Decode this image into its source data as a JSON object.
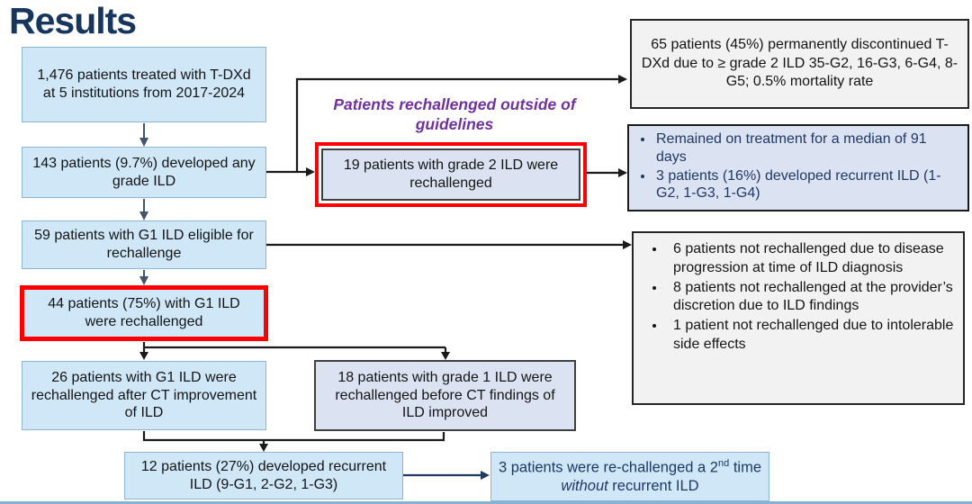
{
  "title": "Results",
  "flow": {
    "outside_label": "Patients rechallenged outside of guidelines",
    "total": {
      "text": "1,476 patients treated with T-DXd at 5 institutions from 2017-2024"
    },
    "any_ild": {
      "text": "143 patients (9.7%) developed any grade ILD"
    },
    "eligible": {
      "text": "59 patients with G1 ILD eligible for rechallenge"
    },
    "rechallenged_g1": {
      "text": "44 patients (75%) with G1 ILD were rechallenged"
    },
    "after_ct": {
      "text": "26 patients with G1 ILD were rechallenged after CT improvement of ILD"
    },
    "grade2_rechallenged": {
      "text": "19 patients with grade 2 ILD were rechallenged"
    },
    "before_ct": {
      "text": "18 patients with grade 1 ILD were rechallenged before CT findings of ILD improved"
    },
    "recurrent": {
      "text": "12 patients (27%) developed recurrent ILD (9-G1, 2-G2, 1-G3)"
    },
    "second_rechallenge": {
      "part1": "3 patients were re-challenged a 2",
      "sup": "nd",
      "part2": " time ",
      "italic": "without",
      "part3": " recurrent ILD"
    }
  },
  "side": {
    "discontinued": {
      "text": "65 patients (45%) permanently discontinued T-DXd due to ≥ grade 2 ILD 35-G2, 16-G3, 6-G4, 8-G5; 0.5% mortality rate"
    },
    "treatment": {
      "bullets": [
        "Remained on treatment for a median of 91 days",
        "3 patients (16%) developed recurrent ILD (1-G2, 1-G3, 1-G4)"
      ]
    },
    "not_rechallenged": {
      "bullets": [
        "6 patients not rechallenged due to disease progression at time of ILD diagnosis",
        "8 patients not rechallenged at the provider’s discretion due to ILD findings",
        "1 patient not rechallenged due to intolerable side effects"
      ]
    }
  },
  "colors": {
    "title_navy": "#17365d",
    "navy_text": "#1f3864",
    "light_blue_fill": "#cfe7f7",
    "light_blue_border": "#8eb4d4",
    "lavender_fill": "#dbe2f1",
    "dark_border": "#404040",
    "gray_fill": "#f2f2f2",
    "black_border": "#262626",
    "highlight_red": "#ff0000",
    "purple_label": "#7030a0",
    "slate_arrow": "#44546a",
    "black_arrow": "#000000",
    "bottom_rule": "#86b2d4"
  }
}
